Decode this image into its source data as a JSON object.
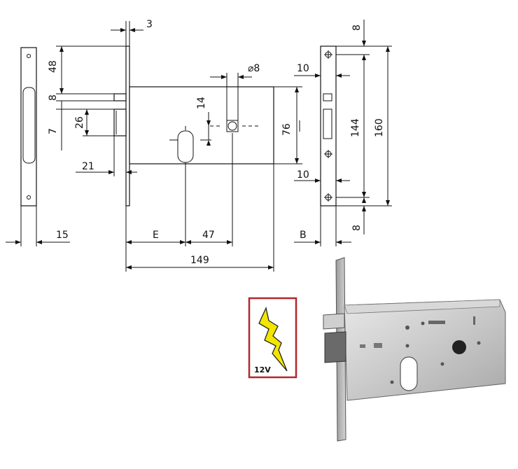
{
  "dimensions": {
    "faceplate_thickness": "3",
    "top_to_latch": "48",
    "latch_height": "8",
    "latch_offset": "7",
    "deadbolt_height": "26",
    "deadbolt_projection": "21",
    "faceplate_width": "15",
    "backset": "E",
    "follower_to_cylinder": "47",
    "case_length": "149",
    "follower_size": "⌀8",
    "follower_offset": "14",
    "case_height": "76",
    "strike_top": "10",
    "strike_bottom": "10",
    "plate_width": "B",
    "hole_spacing": "144",
    "plate_length": "160",
    "end_margin_top": "8",
    "end_margin_bottom": "8"
  },
  "badge": {
    "voltage": "12V",
    "border_color": "#b3262e",
    "bolt_color": "#f2e600",
    "icon": "lightning-bolt-icon"
  }
}
